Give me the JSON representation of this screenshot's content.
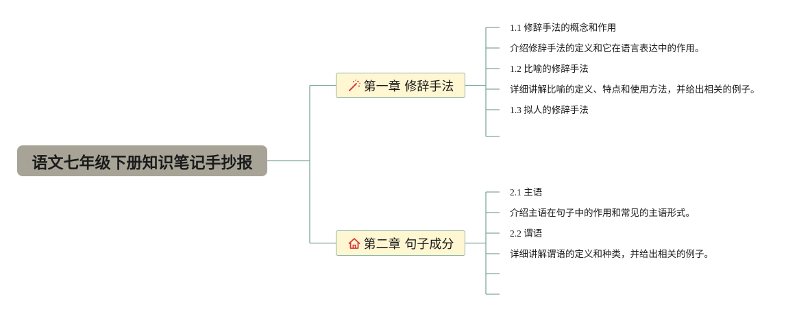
{
  "root": {
    "title": "语文七年级下册知识笔记手抄报"
  },
  "chapters": [
    {
      "title": "第一章 修辞手法",
      "icon": "magic-wand-icon",
      "items": [
        "1.1 修辞手法的概念和作用",
        "介绍修辞手法的定义和它在语言表达中的作用。",
        "1.2 比喻的修辞手法",
        "详细讲解比喻的定义、特点和使用方法，并给出相关的例子。",
        "1.3 拟人的修辞手法",
        ""
      ]
    },
    {
      "title": "第二章 句子成分",
      "icon": "home-icon",
      "items": [
        "2.1 主语",
        "介绍主语在句子中的作用和常见的主语形式。",
        "2.2 谓语",
        "详细讲解谓语的定义和种类，并给出相关的例子。",
        "",
        ""
      ]
    }
  ],
  "colors": {
    "line": "#7fa89a",
    "root_bg": "#a7a497",
    "chapter_bg": "#fff6d2",
    "icon": "#d93636"
  }
}
